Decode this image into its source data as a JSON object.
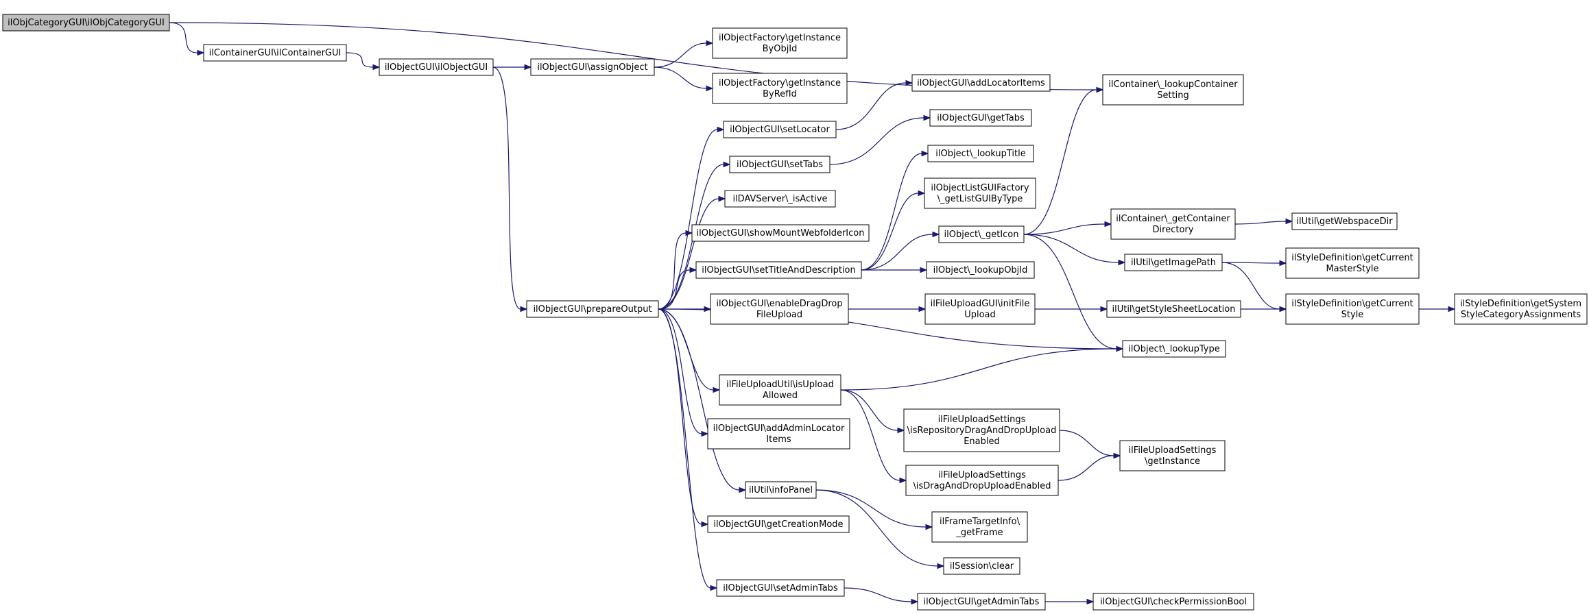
{
  "colors": {
    "edge": "#191970",
    "root_fill": "#bfbfbf",
    "node_fill": "#ffffff",
    "border": "#000000"
  },
  "nodes": [
    {
      "id": "root",
      "lines": [
        "ilObjCategoryGUI\\ilObjCategoryGUI"
      ],
      "root": true
    },
    {
      "id": "container_ctor",
      "lines": [
        "ilContainerGUI\\ilContainerGUI"
      ]
    },
    {
      "id": "object_ctor",
      "lines": [
        "ilObjectGUI\\ilObjectGUI"
      ]
    },
    {
      "id": "assign_object",
      "lines": [
        "ilObjectGUI\\assignObject"
      ]
    },
    {
      "id": "factory_by_obj",
      "lines": [
        "ilObjectFactory\\getInstance",
        "ByObjId"
      ]
    },
    {
      "id": "factory_by_ref",
      "lines": [
        "ilObjectFactory\\getInstance",
        "ByRefId"
      ]
    },
    {
      "id": "lookup_container_setting",
      "lines": [
        "ilContainer\\_lookupContainer",
        "Setting"
      ]
    },
    {
      "id": "add_locator_items",
      "lines": [
        "ilObjectGUI\\addLocatorItems"
      ]
    },
    {
      "id": "set_locator",
      "lines": [
        "ilObjectGUI\\setLocator"
      ]
    },
    {
      "id": "get_tabs",
      "lines": [
        "ilObjectGUI\\getTabs"
      ]
    },
    {
      "id": "set_tabs",
      "lines": [
        "ilObjectGUI\\setTabs"
      ]
    },
    {
      "id": "lookup_title",
      "lines": [
        "ilObject\\_lookupTitle"
      ]
    },
    {
      "id": "dav_active",
      "lines": [
        "ilDAVServer\\_isActive"
      ]
    },
    {
      "id": "list_gui_factory",
      "lines": [
        "ilObjectListGUIFactory",
        "\\_getListGUIByType"
      ]
    },
    {
      "id": "show_mount",
      "lines": [
        "ilObjectGUI\\showMountWebfolderIcon"
      ]
    },
    {
      "id": "get_icon",
      "lines": [
        "ilObject\\_getIcon"
      ]
    },
    {
      "id": "get_container_dir",
      "lines": [
        "ilContainer\\_getContainer",
        "Directory"
      ]
    },
    {
      "id": "webspace_dir",
      "lines": [
        "ilUtil\\getWebspaceDir"
      ]
    },
    {
      "id": "set_title_desc",
      "lines": [
        "ilObjectGUI\\setTitleAndDescription"
      ]
    },
    {
      "id": "lookup_obj_id",
      "lines": [
        "ilObject\\_lookupObjId"
      ]
    },
    {
      "id": "get_image_path",
      "lines": [
        "ilUtil\\getImagePath"
      ]
    },
    {
      "id": "current_master_style",
      "lines": [
        "ilStyleDefinition\\getCurrent",
        "MasterStyle"
      ]
    },
    {
      "id": "prepare_output",
      "lines": [
        "ilObjectGUI\\prepareOutput"
      ]
    },
    {
      "id": "enable_dnd",
      "lines": [
        "ilObjectGUI\\enableDragDrop",
        "FileUpload"
      ]
    },
    {
      "id": "init_file_upload",
      "lines": [
        "ilFileUploadGUI\\initFile",
        "Upload"
      ]
    },
    {
      "id": "stylesheet_location",
      "lines": [
        "ilUtil\\getStyleSheetLocation"
      ]
    },
    {
      "id": "current_style",
      "lines": [
        "ilStyleDefinition\\getCurrent",
        "Style"
      ]
    },
    {
      "id": "system_style_cat",
      "lines": [
        "ilStyleDefinition\\getSystem",
        "StyleCategoryAssignments"
      ]
    },
    {
      "id": "lookup_type",
      "lines": [
        "ilObject\\_lookupType"
      ]
    },
    {
      "id": "is_upload_allowed",
      "lines": [
        "ilFileUploadUtil\\isUpload",
        "Allowed"
      ]
    },
    {
      "id": "repo_dnd_enabled",
      "lines": [
        "ilFileUploadSettings",
        "\\isRepositoryDragAndDropUpload",
        "Enabled"
      ]
    },
    {
      "id": "add_admin_locator",
      "lines": [
        "ilObjectGUI\\addAdminLocator",
        "Items"
      ]
    },
    {
      "id": "upload_settings_instance",
      "lines": [
        "ilFileUploadSettings",
        "\\getInstance"
      ]
    },
    {
      "id": "dnd_enabled",
      "lines": [
        "ilFileUploadSettings",
        "\\isDragAndDropUploadEnabled"
      ]
    },
    {
      "id": "info_panel",
      "lines": [
        "ilUtil\\infoPanel"
      ]
    },
    {
      "id": "frame_target",
      "lines": [
        "ilFrameTargetInfo\\",
        "_getFrame"
      ]
    },
    {
      "id": "creation_mode",
      "lines": [
        "ilObjectGUI\\getCreationMode"
      ]
    },
    {
      "id": "session_clear",
      "lines": [
        "ilSession\\clear"
      ]
    },
    {
      "id": "set_admin_tabs",
      "lines": [
        "ilObjectGUI\\setAdminTabs"
      ]
    },
    {
      "id": "get_admin_tabs",
      "lines": [
        "ilObjectGUI\\getAdminTabs"
      ]
    },
    {
      "id": "check_permission",
      "lines": [
        "ilObjectGUI\\checkPermissionBool"
      ]
    }
  ],
  "edges": [
    {
      "from": "root",
      "to": "container_ctor"
    },
    {
      "from": "root",
      "to": "lookup_container_setting"
    },
    {
      "from": "container_ctor",
      "to": "object_ctor"
    },
    {
      "from": "object_ctor",
      "to": "assign_object"
    },
    {
      "from": "object_ctor",
      "to": "prepare_output"
    },
    {
      "from": "assign_object",
      "to": "factory_by_obj"
    },
    {
      "from": "assign_object",
      "to": "factory_by_ref"
    },
    {
      "from": "prepare_output",
      "to": "set_locator"
    },
    {
      "from": "prepare_output",
      "to": "set_tabs"
    },
    {
      "from": "prepare_output",
      "to": "dav_active"
    },
    {
      "from": "prepare_output",
      "to": "show_mount"
    },
    {
      "from": "prepare_output",
      "to": "set_title_desc"
    },
    {
      "from": "prepare_output",
      "to": "enable_dnd"
    },
    {
      "from": "prepare_output",
      "to": "lookup_type"
    },
    {
      "from": "prepare_output",
      "to": "is_upload_allowed"
    },
    {
      "from": "prepare_output",
      "to": "add_admin_locator"
    },
    {
      "from": "prepare_output",
      "to": "info_panel"
    },
    {
      "from": "prepare_output",
      "to": "creation_mode"
    },
    {
      "from": "prepare_output",
      "to": "set_admin_tabs"
    },
    {
      "from": "set_locator",
      "to": "add_locator_items"
    },
    {
      "from": "set_tabs",
      "to": "get_tabs"
    },
    {
      "from": "set_title_desc",
      "to": "lookup_title"
    },
    {
      "from": "set_title_desc",
      "to": "list_gui_factory"
    },
    {
      "from": "set_title_desc",
      "to": "get_icon"
    },
    {
      "from": "set_title_desc",
      "to": "lookup_obj_id"
    },
    {
      "from": "get_icon",
      "to": "lookup_container_setting"
    },
    {
      "from": "get_icon",
      "to": "get_container_dir"
    },
    {
      "from": "get_icon",
      "to": "get_image_path"
    },
    {
      "from": "get_icon",
      "to": "lookup_type"
    },
    {
      "from": "get_container_dir",
      "to": "webspace_dir"
    },
    {
      "from": "get_image_path",
      "to": "current_master_style"
    },
    {
      "from": "get_image_path",
      "to": "current_style"
    },
    {
      "from": "enable_dnd",
      "to": "init_file_upload"
    },
    {
      "from": "init_file_upload",
      "to": "stylesheet_location"
    },
    {
      "from": "stylesheet_location",
      "to": "current_style"
    },
    {
      "from": "current_style",
      "to": "system_style_cat"
    },
    {
      "from": "is_upload_allowed",
      "to": "lookup_type"
    },
    {
      "from": "is_upload_allowed",
      "to": "repo_dnd_enabled"
    },
    {
      "from": "is_upload_allowed",
      "to": "dnd_enabled"
    },
    {
      "from": "repo_dnd_enabled",
      "to": "upload_settings_instance"
    },
    {
      "from": "dnd_enabled",
      "to": "upload_settings_instance"
    },
    {
      "from": "info_panel",
      "to": "frame_target"
    },
    {
      "from": "info_panel",
      "to": "session_clear"
    },
    {
      "from": "set_admin_tabs",
      "to": "get_admin_tabs"
    },
    {
      "from": "get_admin_tabs",
      "to": "check_permission"
    }
  ]
}
